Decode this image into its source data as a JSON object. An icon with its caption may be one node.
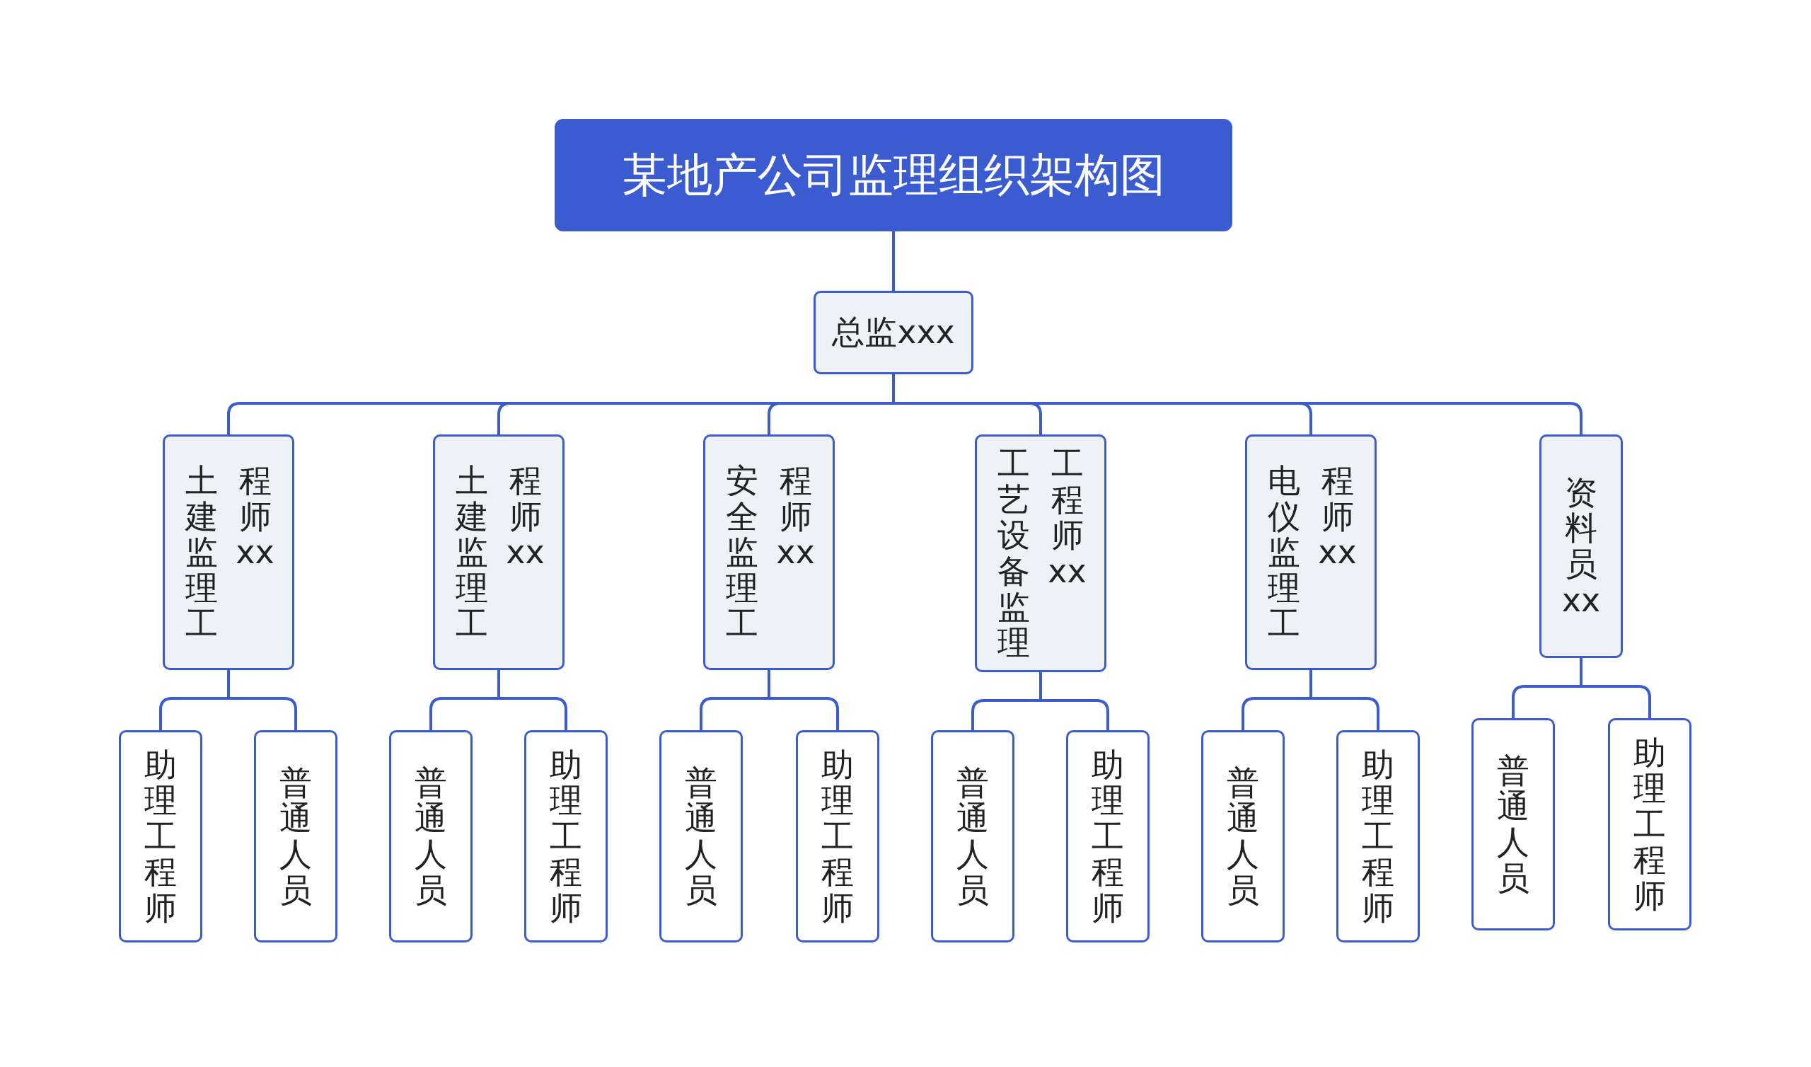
{
  "diagram": {
    "nodes": [
      {
        "text": [
          "某地产公司监理组织架构图"
        ]
      },
      {
        "text": [
          "总监xxx"
        ]
      },
      {
        "text": [
          "土建监理工程师 xx"
        ]
      },
      {
        "text": [
          "土建监理工程师 xx"
        ]
      },
      {
        "text": [
          "安全监理工程师 xx"
        ]
      },
      {
        "text": [
          "工艺设备监理工程师 xx"
        ]
      },
      {
        "text": [
          "电仪监理工程师 xx"
        ]
      },
      {
        "text": [
          "资料员 xx"
        ]
      },
      {
        "text": [
          "助理工程师"
        ]
      },
      {
        "text": [
          "普通人员"
        ]
      },
      {
        "text": [
          "普通人员"
        ]
      },
      {
        "text": [
          "助理工程师"
        ]
      },
      {
        "text": [
          "普通人员"
        ]
      },
      {
        "text": [
          "助理工程师"
        ]
      },
      {
        "text": [
          "普通人员"
        ]
      },
      {
        "text": [
          "助理工程师"
        ]
      },
      {
        "text": [
          "普通人员"
        ]
      },
      {
        "text": [
          "助理工程师"
        ]
      },
      {
        "text": [
          "普通人员"
        ]
      },
      {
        "text": [
          "助理工程师"
        ]
      }
    ],
    "edges": [
      {
        "from": 0,
        "to": 1,
        "arrow": "none"
      },
      {
        "from": 1,
        "to": 2,
        "arrow": "none"
      },
      {
        "from": 1,
        "to": 3,
        "arrow": "none"
      },
      {
        "from": 1,
        "to": 4,
        "arrow": "none"
      },
      {
        "from": 1,
        "to": 5,
        "arrow": "none"
      },
      {
        "from": 1,
        "to": 6,
        "arrow": "none"
      },
      {
        "from": 1,
        "to": 7,
        "arrow": "none"
      },
      {
        "from": 2,
        "to": 8,
        "arrow": "none"
      },
      {
        "from": 2,
        "to": 9,
        "arrow": "none"
      },
      {
        "from": 3,
        "to": 10,
        "arrow": "none"
      },
      {
        "from": 3,
        "to": 11,
        "arrow": "none"
      },
      {
        "from": 4,
        "to": 12,
        "arrow": "none"
      },
      {
        "from": 4,
        "to": 13,
        "arrow": "none"
      },
      {
        "from": 5,
        "to": 14,
        "arrow": "none"
      },
      {
        "from": 5,
        "to": 15,
        "arrow": "none"
      },
      {
        "from": 6,
        "to": 16,
        "arrow": "none"
      },
      {
        "from": 6,
        "to": 17,
        "arrow": "none"
      },
      {
        "from": 7,
        "to": 18,
        "arrow": "none"
      },
      {
        "from": 7,
        "to": 19,
        "arrow": "none"
      }
    ]
  }
}
